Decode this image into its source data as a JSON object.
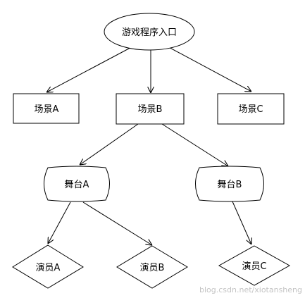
{
  "nodes": {
    "entry": "游戏程序入口",
    "scene_a": "场景A",
    "scene_b": "场景B",
    "scene_c": "场景C",
    "stage_a": "舞台A",
    "stage_b": "舞台B",
    "actor_a": "演员A",
    "actor_b": "演员B",
    "actor_c": "演员C"
  },
  "watermark": "blog.csdn.net/xiotansheng",
  "colors": {
    "line": "#000000",
    "node_fill": "#ffffff",
    "watermark": "#c4c4c4"
  }
}
